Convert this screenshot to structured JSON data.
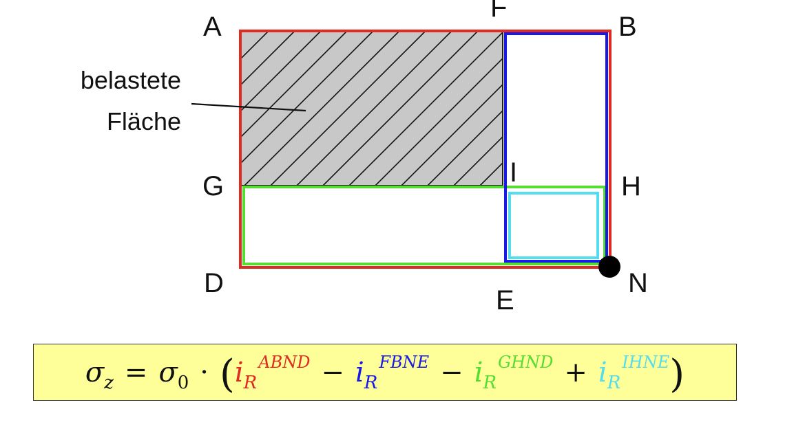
{
  "labels": {
    "A": "A",
    "F": "F",
    "B": "B",
    "G": "G",
    "I": "I",
    "H": "H",
    "D": "D",
    "E": "E",
    "N": "N"
  },
  "area_label": {
    "line1": "belastete",
    "line2": "Fläche"
  },
  "colors": {
    "ABND": "#e02a24",
    "FBNE": "#1a1ae6",
    "GHND": "#55dd33",
    "IHNE": "#55ddee",
    "hatch_fill": "#c8c8c8",
    "formula_bg": "#ffff99"
  },
  "formula": {
    "lhs_symbol": "σ",
    "lhs_sub": "z",
    "equals": "=",
    "rhs_symbol": "σ",
    "rhs_sub": "0",
    "dot": "·",
    "open_paren": "(",
    "close_paren": ")",
    "terms": [
      {
        "sign": "",
        "symbol": "i",
        "sub": "R",
        "sup": "ABND",
        "color": "#e02a24"
      },
      {
        "sign": "−",
        "symbol": "i",
        "sub": "R",
        "sup": "FBNE",
        "color": "#1a1ae6"
      },
      {
        "sign": "−",
        "symbol": "i",
        "sub": "R",
        "sup": "GHND",
        "color": "#55dd33"
      },
      {
        "sign": "+",
        "symbol": "i",
        "sub": "R",
        "sup": "IHNE",
        "color": "#55ddee"
      }
    ]
  }
}
